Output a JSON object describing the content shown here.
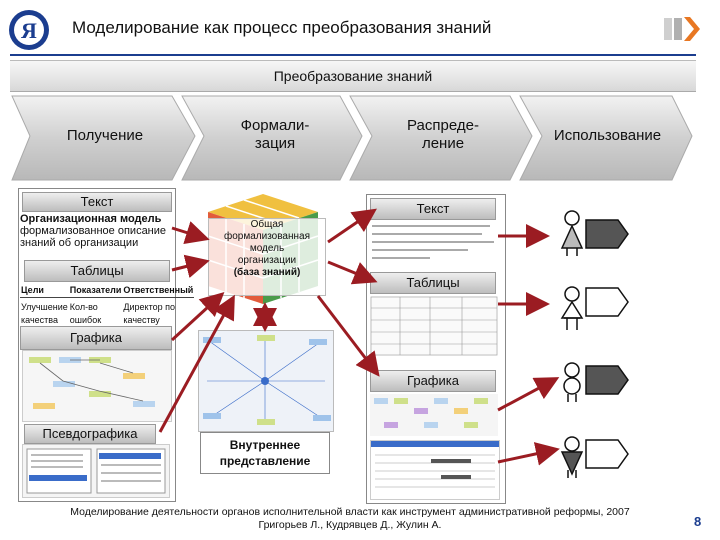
{
  "header": {
    "title": "Моделирование как процесс преобразования знаний"
  },
  "banner": {
    "label": "Преобразование  знаний"
  },
  "stages": [
    {
      "line1": "Получение",
      "line2": ""
    },
    {
      "line1": "Формали-",
      "line2": "зация"
    },
    {
      "line1": "Распреде-",
      "line2": "ление"
    },
    {
      "line1": "Использование",
      "line2": ""
    }
  ],
  "left_panel": {
    "text_label": "Текст",
    "org_model_line1": "Организационная модель",
    "org_model_line2": "формализованное описание",
    "org_model_line3": "знаний об организации",
    "tables_label": "Таблицы",
    "table_headers": [
      "Цели",
      "Показатели",
      "Ответственный"
    ],
    "table_row1": [
      "Улучшение",
      "Кол-во",
      "Директор по"
    ],
    "table_row2": [
      "качества",
      "ошибок",
      "качеству"
    ],
    "graphics_label": "Графика",
    "pseudographics_label": "Псевдографика"
  },
  "center_panel": {
    "cube_line1": "Общая",
    "cube_line2": "формализованная",
    "cube_line3": "модель",
    "cube_line4": "организации",
    "cube_line5": "(база знаний)",
    "internal_line1": "Внутреннее",
    "internal_line2": "представление"
  },
  "right_panel": {
    "text_label": "Текст",
    "tables_label": "Таблицы",
    "graphics_label": "Графика"
  },
  "footer": {
    "line1": "Моделирование деятельности органов исполнительной власти как  инструмент административной реформы, 2007",
    "line2": "Григорьев Л., Кудрявцев Д., Жулин А.",
    "page_number": "8"
  },
  "colors": {
    "arrow": "#9b1c22",
    "stage_fill": "#d9d9d9",
    "logo_blue": "#1b3d8f",
    "logo_orange": "#e87722"
  }
}
